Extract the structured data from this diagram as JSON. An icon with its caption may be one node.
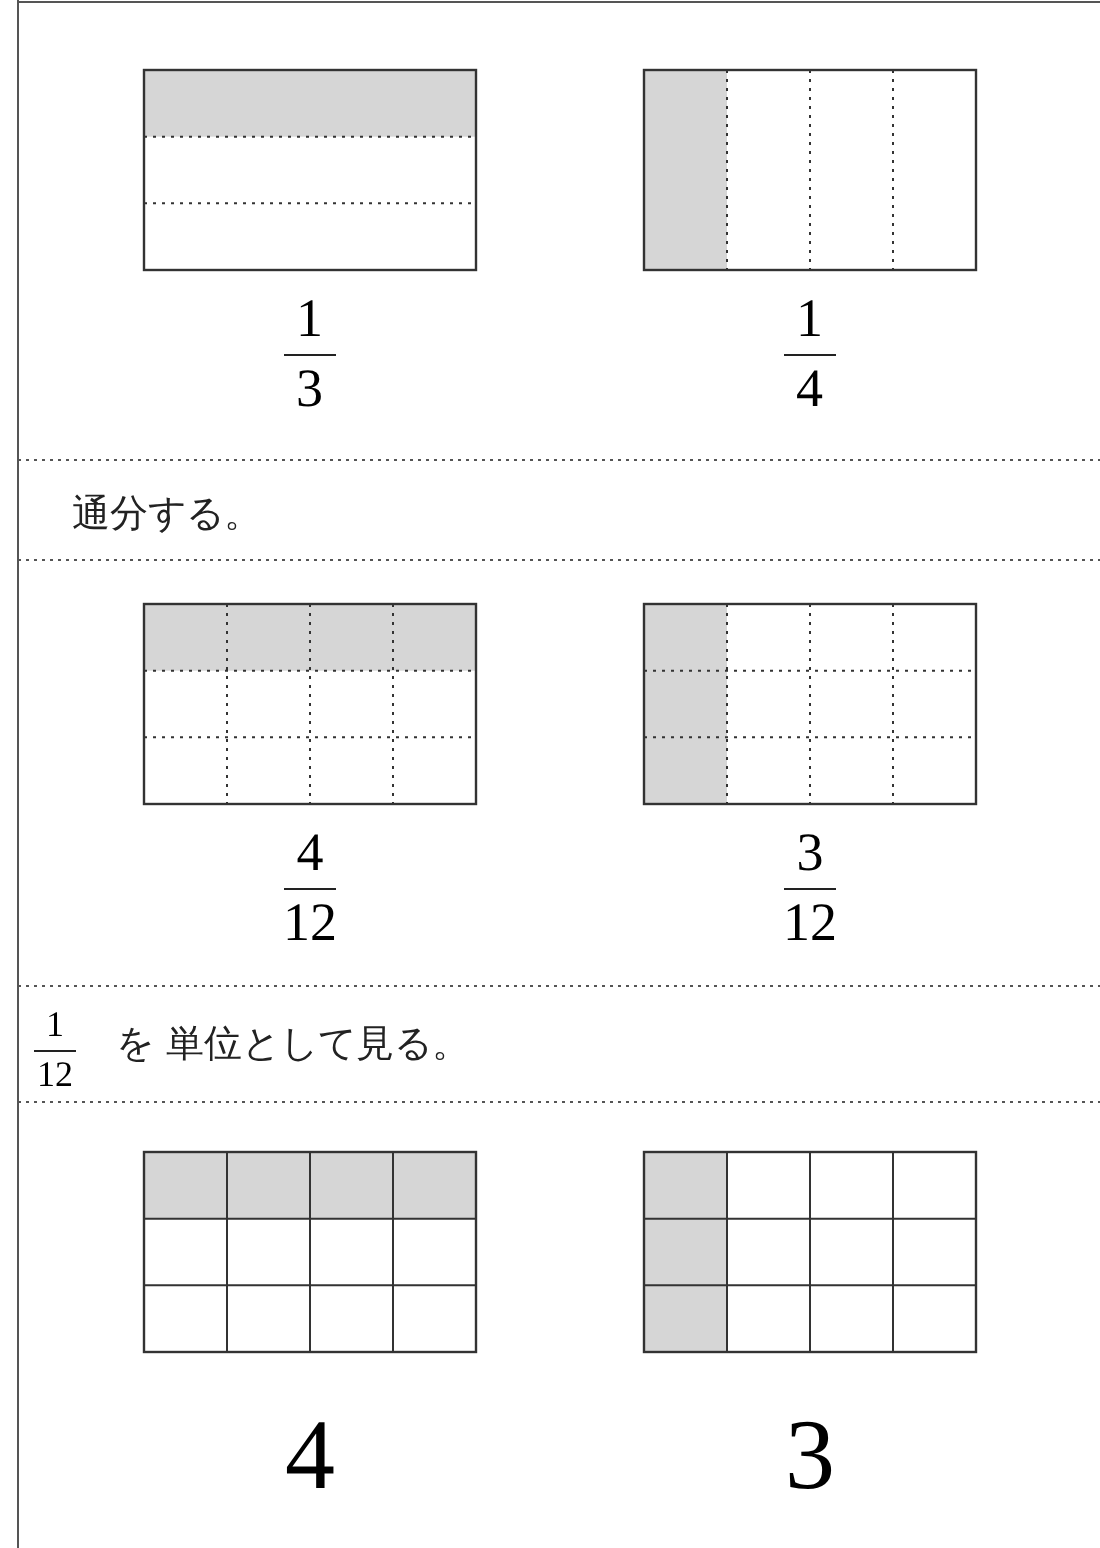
{
  "diagram": {
    "labels": [
      "1",
      "3",
      "1",
      "4",
      "通分する。",
      "4",
      "12",
      "3",
      "12",
      "1",
      "12",
      "を 単位として見る。",
      "4",
      "3"
    ]
  }
}
